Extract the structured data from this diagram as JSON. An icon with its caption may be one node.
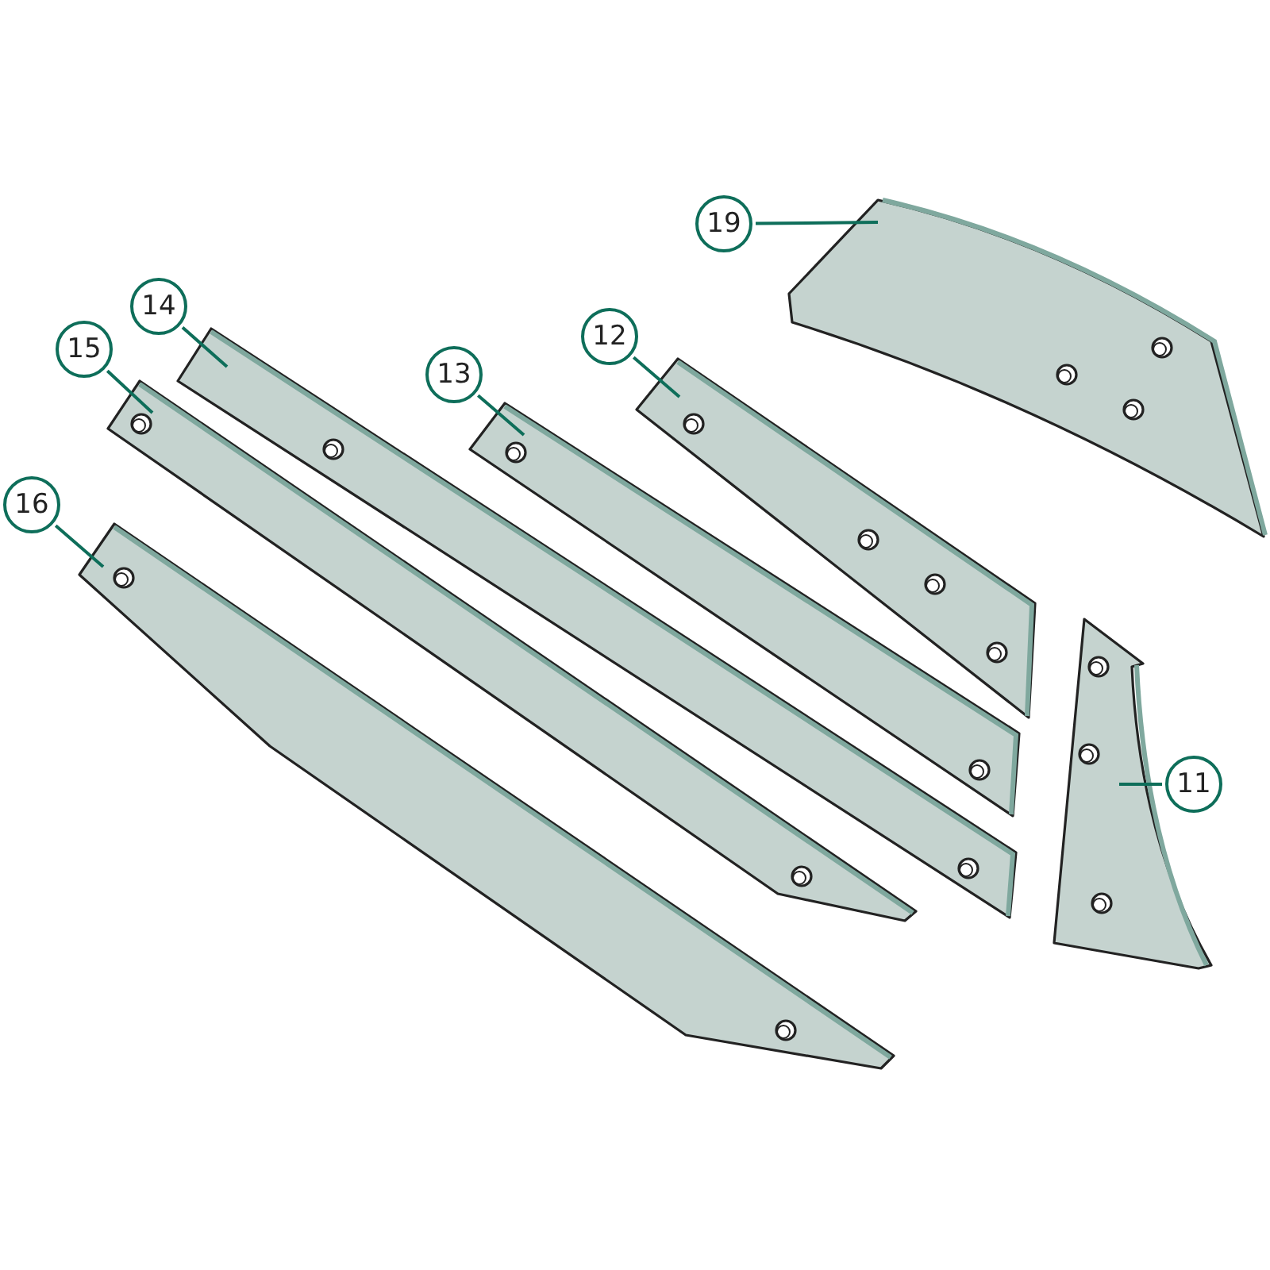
{
  "diagram": {
    "nodes": [
      {
        "text": [
          "19"
        ]
      },
      {
        "text": [],
        "shape": "bar"
      },
      {
        "text": [
          "14"
        ]
      },
      {
        "text": [],
        "shape": "bar"
      },
      {
        "text": [
          "15"
        ]
      },
      {
        "text": [],
        "shape": "bar"
      },
      {
        "text": [
          "13"
        ]
      },
      {
        "text": [],
        "shape": "bar"
      },
      {
        "text": [
          "12"
        ]
      },
      {
        "text": [],
        "shape": "bar"
      },
      {
        "text": [
          "16"
        ]
      },
      {
        "text": [],
        "shape": "bar"
      },
      {
        "text": [
          "11"
        ]
      },
      {
        "text": [],
        "shape": "bar"
      }
    ],
    "edges": [
      {
        "from": 0,
        "to": 1,
        "arrow": "none"
      },
      {
        "from": 2,
        "to": 3,
        "arrow": "none"
      },
      {
        "from": 4,
        "to": 5,
        "arrow": "none"
      },
      {
        "from": 6,
        "to": 7,
        "arrow": "none"
      },
      {
        "from": 8,
        "to": 9,
        "arrow": "none"
      },
      {
        "from": 10,
        "to": 11,
        "arrow": "none"
      },
      {
        "from": 12,
        "to": 13,
        "arrow": "none"
      }
    ]
  }
}
